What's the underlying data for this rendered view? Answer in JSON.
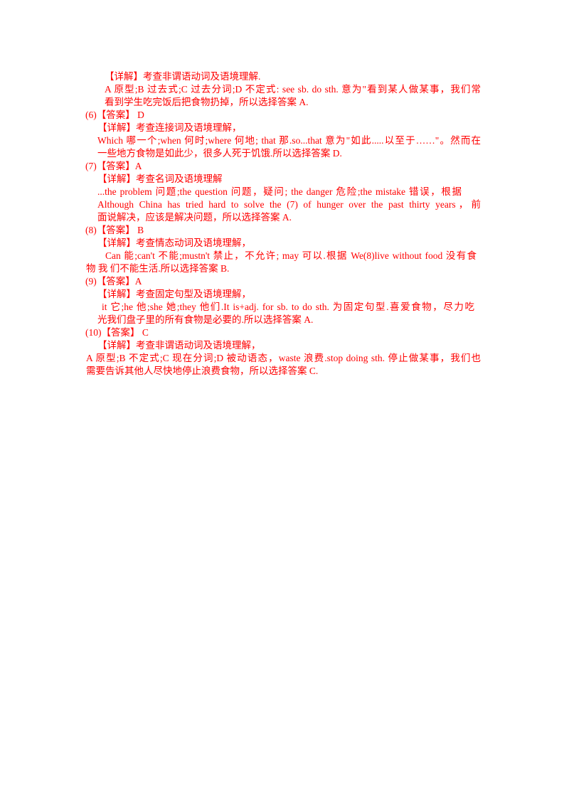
{
  "lines": [
    "【详解】考查非谓语动词及语境理解.",
    "A 原型;B 过去式;C 过去分词;D 不定式: see sb. do sth. 意为\"看到某人做某事，我们常",
    "看到学生吃完饭后把食物扔掉，所以选择答案 A.",
    "(6)【答案】 D",
    "【详解】考查连接词及语境理解，",
    "Which 哪一个;when 何时;where 何地; that 那.so...that 意为\"如此.....以至于……\"。然而在",
    "一些地方食物是如此少，很多人死于饥饿.所以选择答案 D.",
    "(7)【答案】A",
    "【详解】考查名词及语境理解",
    "...the problem 问题;the question 问题，疑问; the danger 危险;the mistake 错误，根据",
    "Although China has tried hard to solve the (7) of hunger over the past thirty years，前",
    "面说解决，应该是解决问题，所以选择答案 A.",
    "(8)【答案】 B",
    "【详解】考查情态动词及语境理解，",
    "Can 能;can't 不能;mustn't 禁止，不允许; may 可以.根据 We(8)live without food 没有食",
    "物 我 们不能生活.所以选择答案 B.",
    "(9)【答案】A",
    "【详解】考查固定句型及语境理解，",
    "it 它;he 他;she 她;they 他们.It is+adj. for sb. to do sth. 为固定句型.喜爱食物，尽力吃",
    "光我们盘子里的所有食物是必要的.所以选择答案 A.",
    "(10)【答案】 C",
    "【详解】考查非谓语动词及语境理解，",
    "A 原型;B 不定式;C 现在分词;D 被动语态，waste 浪费.stop doing sth. 停止做某事，我们也",
    "需要告诉其他人尽快地停止浪费食物，所以选择答案 C."
  ]
}
